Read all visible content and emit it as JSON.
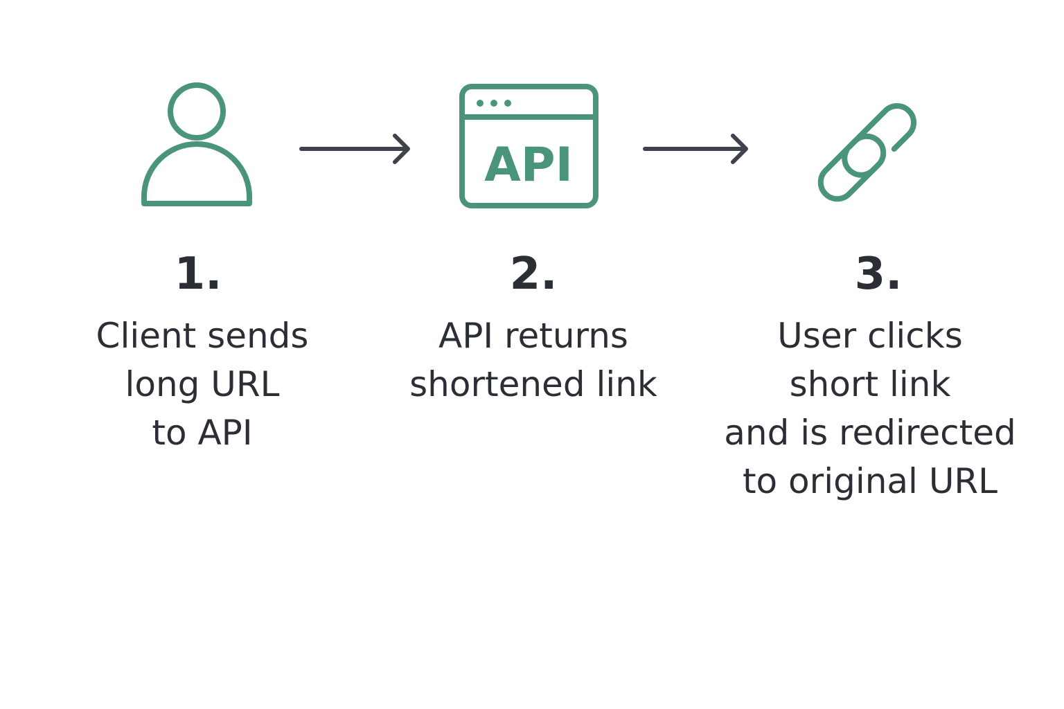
{
  "colors": {
    "accent": "#4a9479",
    "text": "#2b2e35",
    "arrow": "#3f424a"
  },
  "steps": [
    {
      "icon": "user-icon",
      "number": "1.",
      "lines": [
        "Client sends",
        "long URL",
        "to API"
      ]
    },
    {
      "icon": "api-window-icon",
      "icon_text": "API",
      "number": "2.",
      "lines": [
        "API returns",
        "shortened link"
      ]
    },
    {
      "icon": "link-icon",
      "number": "3.",
      "lines": [
        "User clicks",
        "short link",
        "and is redirected",
        "to original URL"
      ]
    }
  ]
}
